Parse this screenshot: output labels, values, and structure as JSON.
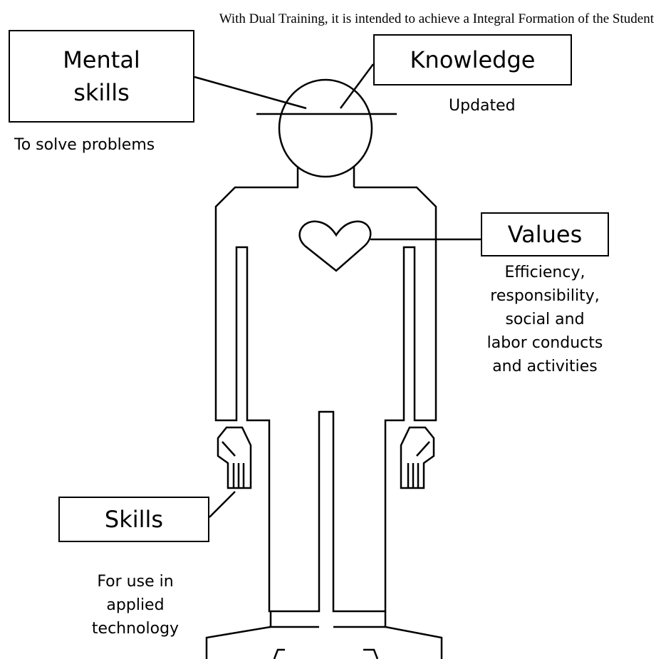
{
  "title": "With Dual Training, it is intended to achieve a Integral Formation of the Student",
  "boxes": {
    "mental": {
      "line1": "Mental",
      "line2": "skills"
    },
    "knowledge": "Knowledge",
    "values": "Values",
    "skills": "Skills"
  },
  "descriptions": {
    "mental": "To solve problems",
    "knowledge": "Updated",
    "values": "Efficiency,\nresponsibility,\nsocial and\nlabor conducts\nand activities",
    "skills": "For use in\napplied\ntechnology"
  }
}
